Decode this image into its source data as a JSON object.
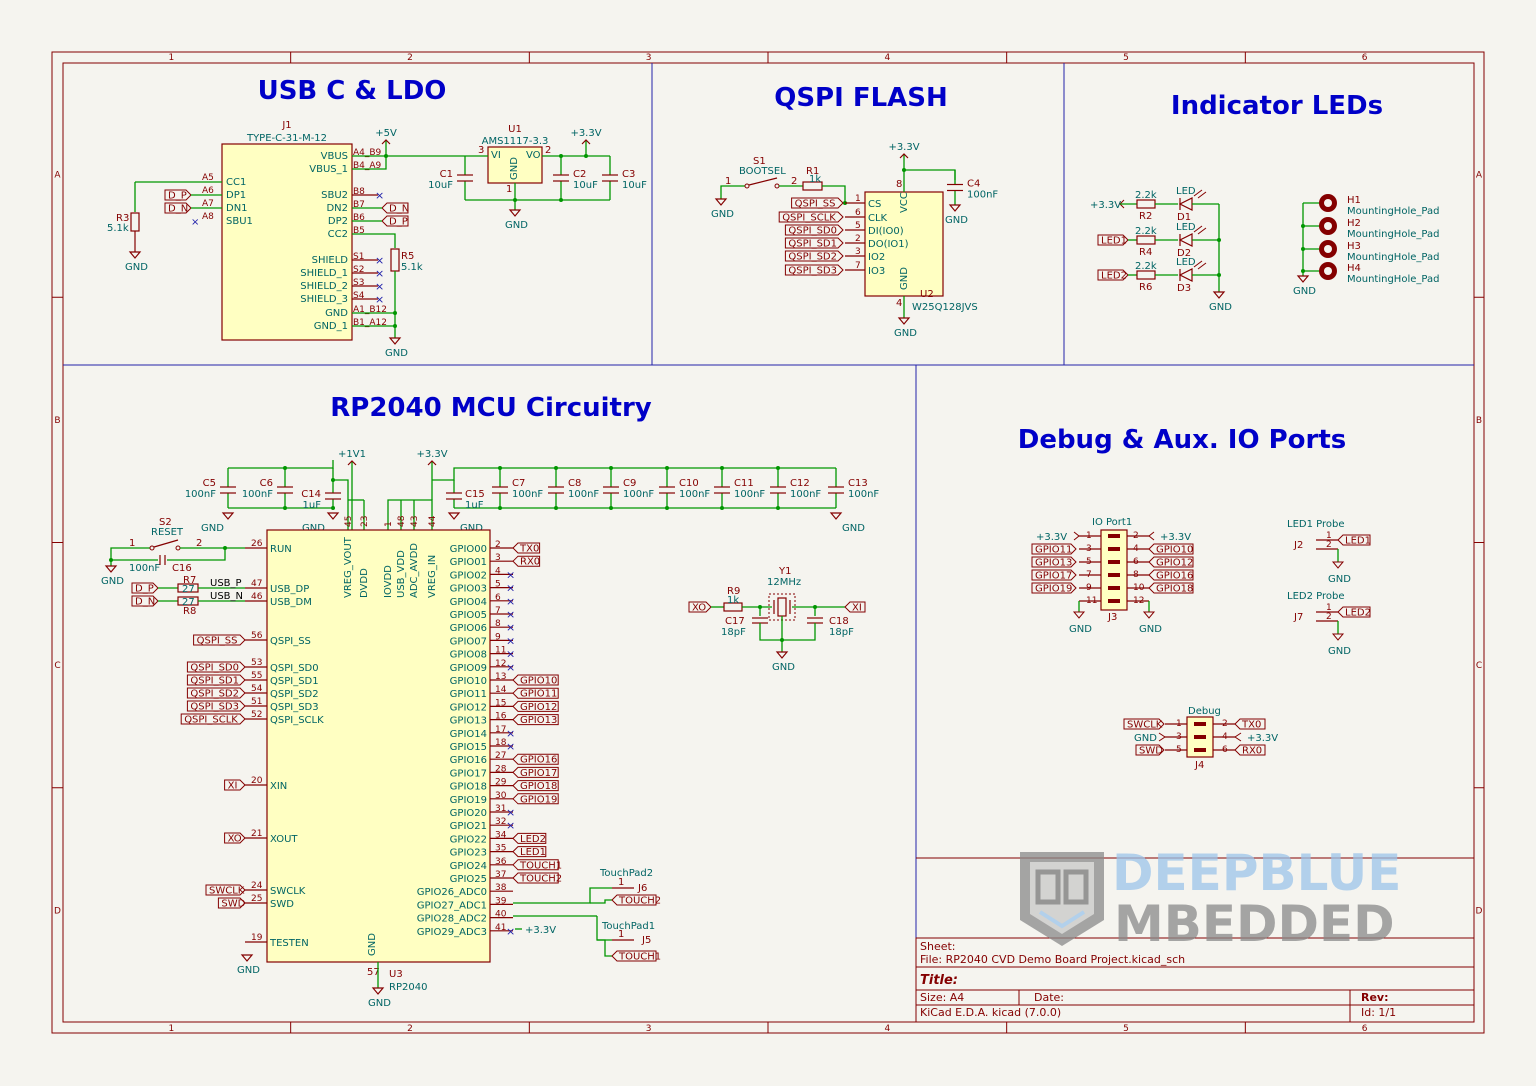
{
  "frame": {
    "col_numbers": [
      "1",
      "2",
      "3",
      "4",
      "5",
      "6"
    ],
    "row_letters": [
      "A",
      "B",
      "C",
      "D"
    ]
  },
  "sections": {
    "usb": "USB C & LDO",
    "qspi": "QSPI FLASH",
    "leds": "Indicator LEDs",
    "mcu": "RP2040 MCU Circuitry",
    "debug": "Debug & Aux. IO Ports"
  },
  "usb": {
    "j1_ref": "J1",
    "j1_value": "TYPE-C-31-M-12",
    "j1_left_pins": [
      "A5",
      "A6",
      "A7",
      "A8"
    ],
    "j1_left_names": [
      "CC1",
      "DP1",
      "DN1",
      "SBU1"
    ],
    "j1_right_pins": [
      "A4_B9",
      "B4_A9",
      "B8",
      "B7",
      "B6",
      "B5",
      "S1",
      "S2",
      "S3",
      "S4",
      "A1_B12",
      "B1_A12"
    ],
    "j1_right_names": [
      "VBUS",
      "VBUS_1",
      "SBU2",
      "DN2",
      "DP2",
      "CC2",
      "SHIELD",
      "SHIELD_1",
      "SHIELD_2",
      "SHIELD_3",
      "GND",
      "GND_1"
    ],
    "dp_label": "D_P",
    "dn_label": "D_N",
    "r3_ref": "R3",
    "r3_value": "5.1k",
    "r5_ref": "R5",
    "r5_value": "5.1k",
    "gnd": "GND",
    "p5v": "+5V",
    "p3v3": "+3.3V",
    "u1_ref": "U1",
    "u1_value": "AMS1117-3.3",
    "u1_vi": "VI",
    "u1_vo": "VO",
    "u1_gnd": "GND",
    "u1_pin3": "3",
    "u1_pin2": "2",
    "u1_pin1": "1",
    "c1_ref": "C1",
    "c1_value": "10uF",
    "c2_ref": "C2",
    "c2_value": "10uF",
    "c3_ref": "C3",
    "c3_value": "10uF"
  },
  "qspi": {
    "s1_ref": "S1",
    "s1_value": "BOOTSEL",
    "r1_ref": "R1",
    "r1_value": "1k",
    "pin1": "1",
    "pin2": "2",
    "labels": [
      "QSPI_SS",
      "QSPI_SCLK",
      "QSPI_SD0",
      "QSPI_SD1",
      "QSPI_SD2",
      "QSPI_SD3"
    ],
    "pins": [
      "1",
      "6",
      "5",
      "2",
      "3",
      "7"
    ],
    "names": [
      "CS",
      "CLK",
      "DI(IO0)",
      "DO(IO1)",
      "IO2",
      "IO3"
    ],
    "vcc": "VCC",
    "vcc_pin": "8",
    "gnd_name": "GND",
    "gnd_pin": "4",
    "u2_ref": "U2",
    "u2_value": "W25Q128JVS",
    "c4_ref": "C4",
    "c4_value": "100nF",
    "p3v3": "+3.3V",
    "gnd": "GND"
  },
  "leds": {
    "p3v3": "+3.3V",
    "led1": "LED1",
    "led2": "LED2",
    "rvals": [
      "2.2k",
      "2.2k",
      "2.2k"
    ],
    "rrefs": [
      "R2",
      "R4",
      "R6"
    ],
    "dvals": [
      "LED",
      "LED",
      "LED"
    ],
    "drefs": [
      "D1",
      "D2",
      "D3"
    ],
    "gnd": "GND",
    "h_refs": [
      "H1",
      "H2",
      "H3",
      "H4"
    ],
    "h_values": [
      "MountingHole_Pad",
      "MountingHole_Pad",
      "MountingHole_Pad",
      "MountingHole_Pad"
    ]
  },
  "mcu": {
    "p1v1": "+1V1",
    "p3v3": "+3.3V",
    "gnd": "GND",
    "caps": [
      {
        "ref": "C5",
        "val": "100nF"
      },
      {
        "ref": "C6",
        "val": "100nF"
      },
      {
        "ref": "C14",
        "val": "1uF"
      },
      {
        "ref": "C15",
        "val": "1uF"
      },
      {
        "ref": "C7",
        "val": "100nF"
      },
      {
        "ref": "C8",
        "val": "100nF"
      },
      {
        "ref": "C9",
        "val": "100nF"
      },
      {
        "ref": "C10",
        "val": "100nF"
      },
      {
        "ref": "C11",
        "val": "100nF"
      },
      {
        "ref": "C12",
        "val": "100nF"
      },
      {
        "ref": "C13",
        "val": "100nF"
      }
    ],
    "s2_ref": "S2",
    "s2_value": "RESET",
    "s2_pin1": "1",
    "s2_pin2": "2",
    "c16_ref": "C16",
    "c16_value": "100nF",
    "r7_ref": "R7",
    "r8_ref": "R8",
    "r7_val": "27",
    "r8_val": "27",
    "usb_p": "USB_P",
    "usb_n": "USB_N",
    "d_p": "D_P",
    "d_n": "D_N",
    "top_pins": [
      "45",
      "23",
      "1",
      "48",
      "43",
      "44"
    ],
    "top_names": [
      "VREG_VOUT",
      "DVDD",
      "IOVDD",
      "USB_VDD",
      "ADC_AVDD",
      "VREG_IN"
    ],
    "left_pins": [
      "26",
      "47",
      "46",
      "56",
      "53",
      "55",
      "54",
      "51",
      "52",
      "20",
      "21",
      "24",
      "25",
      "19"
    ],
    "left_names": [
      "RUN",
      "USB_DP",
      "USB_DM",
      "QSPI_SS",
      "QSPI_SD0",
      "QSPI_SD1",
      "QSPI_SD2",
      "QSPI_SD3",
      "QSPI_SCLK",
      "XIN",
      "XOUT",
      "SWCLK",
      "SWD",
      "TESTEN"
    ],
    "left_labels": [
      "",
      "",
      "",
      "QSPI_SS",
      "QSPI_SD0",
      "QSPI_SD1",
      "QSPI_SD2",
      "QSPI_SD3",
      "QSPI_SCLK",
      "XI",
      "XO",
      "SWCLK",
      "SWD",
      ""
    ],
    "right_pins": [
      "2",
      "3",
      "4",
      "5",
      "6",
      "7",
      "8",
      "9",
      "11",
      "12",
      "13",
      "14",
      "15",
      "16",
      "17",
      "18",
      "27",
      "28",
      "29",
      "30",
      "31",
      "32",
      "34",
      "35",
      "36",
      "37",
      "38",
      "39",
      "40",
      "41"
    ],
    "right_names": [
      "GPIO00",
      "GPIO01",
      "GPIO02",
      "GPIO03",
      "GPIO04",
      "GPIO05",
      "GPIO06",
      "GPIO07",
      "GPIO08",
      "GPIO09",
      "GPIO10",
      "GPIO11",
      "GPIO12",
      "GPIO13",
      "GPIO14",
      "GPIO15",
      "GPIO16",
      "GPIO17",
      "GPIO18",
      "GPIO19",
      "GPIO20",
      "GPIO21",
      "GPIO22",
      "GPIO23",
      "GPIO24",
      "GPIO25",
      "GPIO26_ADC0",
      "GPIO27_ADC1",
      "GPIO28_ADC2",
      "GPIO29_ADC3"
    ],
    "right_labels": [
      "TX0",
      "RX0",
      "",
      "",
      "",
      "",
      "",
      "",
      "",
      "",
      "GPIO10",
      "GPIO11",
      "GPIO12",
      "GPIO13",
      "",
      "",
      "GPIO16",
      "GPIO17",
      "GPIO18",
      "GPIO19",
      "",
      "",
      "LED2",
      "LED1",
      "TOUCH1",
      "TOUCH2",
      "",
      "",
      "",
      ""
    ],
    "gnd_pin": "57",
    "gnd_name": "GND",
    "u3_ref": "U3",
    "u3_value": "RP2040",
    "p3v3_right": "+3.3V",
    "y1_ref": "Y1",
    "y1_value": "12MHz",
    "r9_ref": "R9",
    "r9_value": "1k",
    "c17_ref": "C17",
    "c17_value": "18pF",
    "c18_ref": "C18",
    "c18_value": "18pF",
    "xo": "XO",
    "xi": "XI",
    "touchpad2": "TouchPad2",
    "touchpad1": "TouchPad1",
    "j6": "J6",
    "j5": "J5",
    "touch2": "TOUCH2",
    "touch1": "TOUCH1",
    "tp_pin": "1"
  },
  "debug": {
    "j3_title": "IO Port1",
    "j3_ref": "J3",
    "p3v3": "+3.3V",
    "gnd": "GND",
    "j3_left_labels": [
      "GPIO11",
      "GPIO13",
      "GPIO17",
      "GPIO19"
    ],
    "j3_right_labels": [
      "GPIO10",
      "GPIO12",
      "GPIO16",
      "GPIO18"
    ],
    "j3_left_pins": [
      "1",
      "3",
      "5",
      "7",
      "9",
      "11"
    ],
    "j3_right_pins": [
      "2",
      "4",
      "6",
      "8",
      "10",
      "12"
    ],
    "led1_probe": "LED1 Probe",
    "led2_probe": "LED2 Probe",
    "j2": "J2",
    "j7": "J7",
    "led1": "LED1",
    "led2": "LED2",
    "probe_pins": [
      "1",
      "2"
    ],
    "j4_title": "Debug",
    "j4_ref": "J4",
    "j4_left_labels": [
      "SWCLK",
      "GND",
      "SWD"
    ],
    "j4_right_labels": [
      "TX0",
      "+3.3V",
      "RX0"
    ],
    "j4_left_pins": [
      "1",
      "3",
      "5"
    ],
    "j4_right_pins": [
      "2",
      "4",
      "6"
    ]
  },
  "title_block": {
    "sheet": "Sheet:",
    "file": "File: RP2040 CVD Demo Board Project.kicad_sch",
    "title": "Title:",
    "size": "Size: A4",
    "date": "Date:",
    "rev": "Rev:",
    "kicad": "KiCad E.D.A.  kicad (7.0.0)",
    "id": "Id: 1/1"
  },
  "watermark": {
    "line1": "DEEPBLUE",
    "line2": "MBEDDED"
  }
}
